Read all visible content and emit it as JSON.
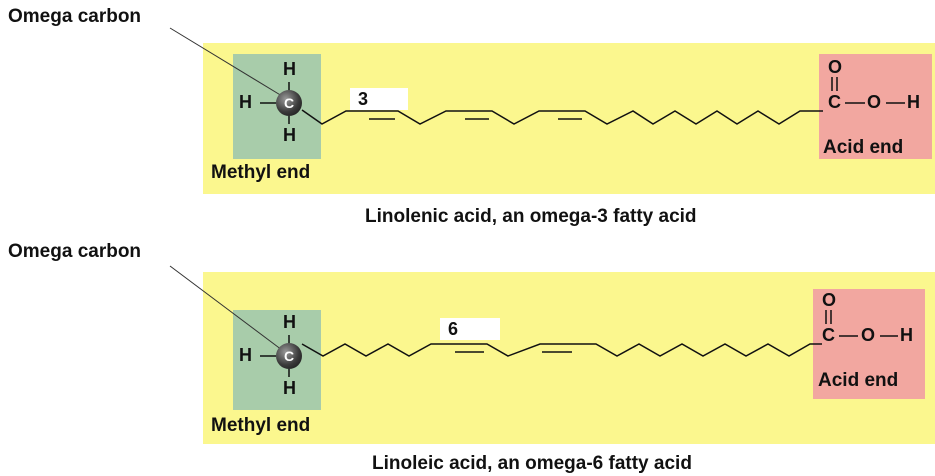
{
  "diagrams": [
    {
      "omega_label": "Omega carbon",
      "number": "3",
      "methyl_label": "Methyl end",
      "acid_label": "Acid end",
      "caption": "Linolenic acid, an omega-3 fatty acid",
      "atoms": {
        "h_top": "H",
        "h_left": "H",
        "h_bottom": "H",
        "carbon": "C",
        "oxygen_dbl": "O",
        "acid_carbon": "C",
        "oxygen": "O",
        "hydrogen": "H"
      }
    },
    {
      "omega_label": "Omega carbon",
      "number": "6",
      "methyl_label": "Methyl end",
      "acid_label": "Acid end",
      "caption": "Linoleic acid, an omega-6 fatty acid",
      "atoms": {
        "h_top": "H",
        "h_left": "H",
        "h_bottom": "H",
        "carbon": "C",
        "oxygen_dbl": "O",
        "acid_carbon": "C",
        "oxygen": "O",
        "hydrogen": "H"
      }
    }
  ],
  "colors": {
    "panel": "#fbf78e",
    "methyl_end": "#a8ccaa",
    "acid_end": "#f2a7a0"
  }
}
